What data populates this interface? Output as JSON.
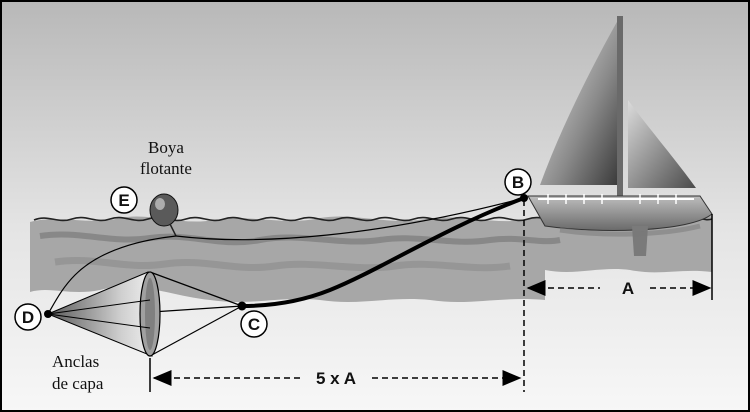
{
  "labels": {
    "buoy_line1": "Boya",
    "buoy_line2": "flotante",
    "anchor_line1": "Anclas",
    "anchor_line2": "de capa",
    "distance_long": "5 x A",
    "distance_short": "A"
  },
  "points": {
    "B": "B",
    "C": "C",
    "D": "D",
    "E": "E"
  },
  "colors": {
    "sky_top": "#b9b9b9",
    "sky_bottom": "#f2f2f2",
    "sea": "#9a9a9a",
    "line": "#000000"
  }
}
